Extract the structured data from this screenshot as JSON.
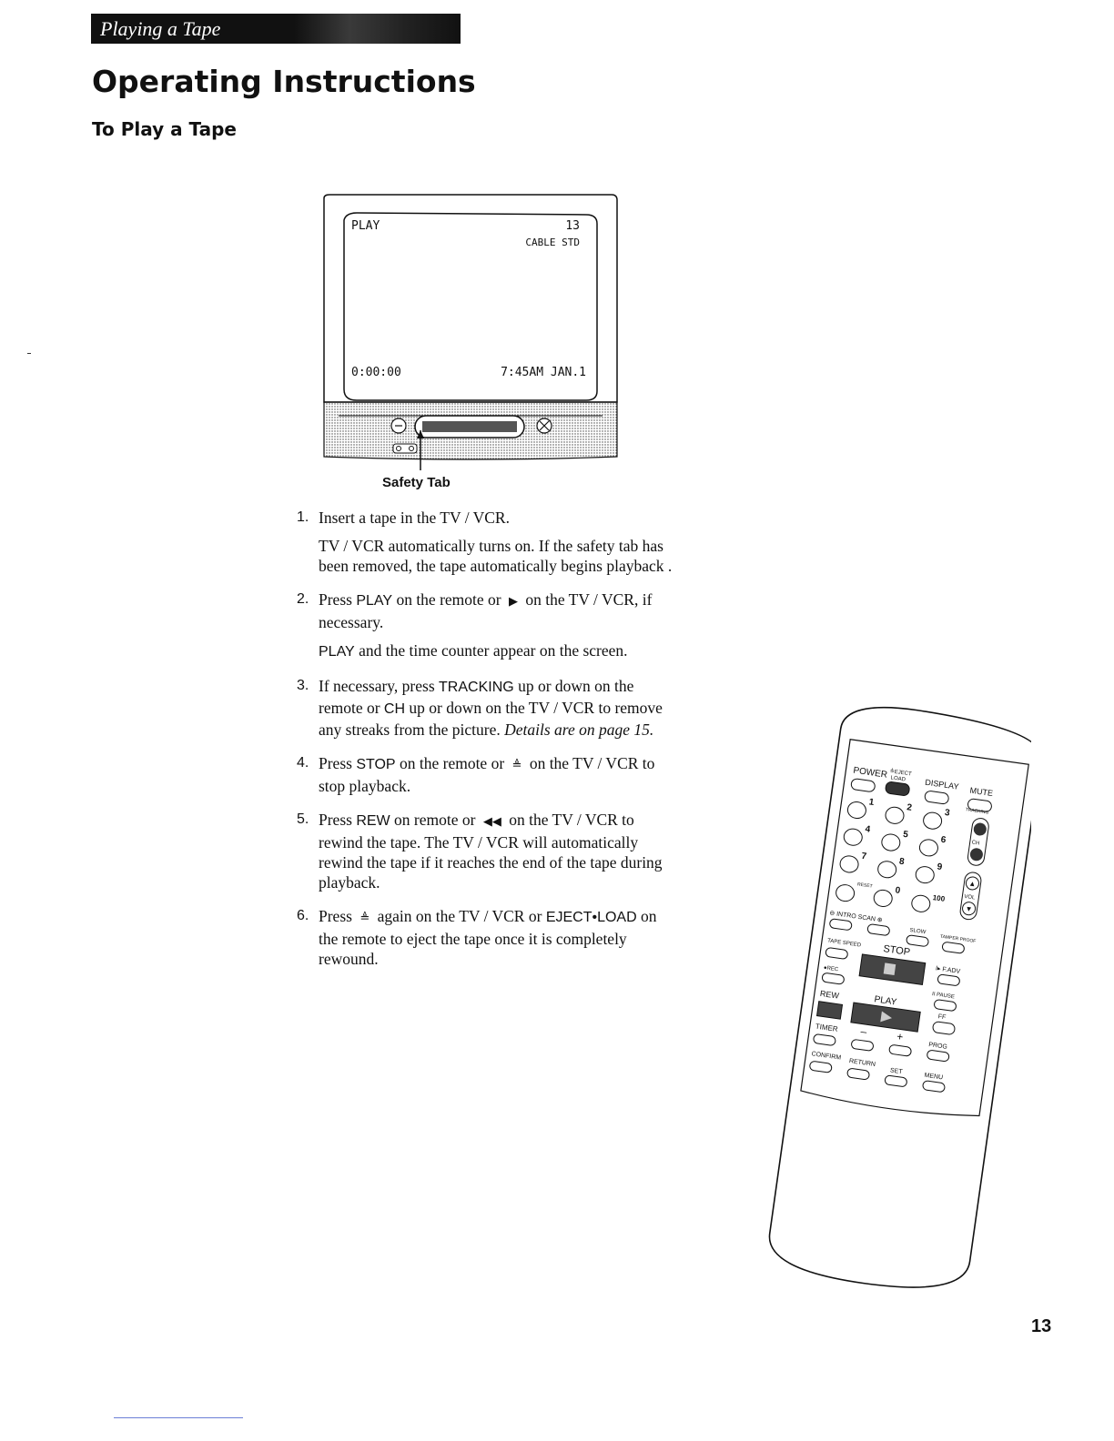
{
  "header": {
    "section_tab": "Playing a Tape",
    "title": "Operating Instructions",
    "subtitle": "To Play a Tape"
  },
  "tv_figure": {
    "screen_mode": "PLAY",
    "channel": "13",
    "tuner": "CABLE STD",
    "counter": "0:00:00",
    "clock": "7:45AM JAN.1",
    "caption": "Safety Tab"
  },
  "steps": [
    {
      "num": "1.",
      "text": "Insert a tape in the TV / VCR.",
      "detail": "TV / VCR automatically turns on.  If the safety tab has been removed, the tape automatically begins playback ."
    },
    {
      "num": "2.",
      "pre": "Press ",
      "key": "PLAY",
      "mid": " on the remote or ",
      "glyph": "▶",
      "post": " on the TV / VCR, if necessary.",
      "detail_key": "PLAY",
      "detail": " and the time counter appear on the screen."
    },
    {
      "num": "3.",
      "pre": "If necessary, press ",
      "key": "TRACKING",
      "mid": " up or down on the remote or ",
      "key2": "CH",
      "post": " up or down on the TV / VCR to remove any streaks from the picture.  ",
      "italic": "Details are on page 15."
    },
    {
      "num": "4.",
      "pre": "Press ",
      "key": "STOP",
      "mid": " on the remote or ",
      "glyph": "≜",
      "post": " on the TV / VCR to stop playback."
    },
    {
      "num": "5.",
      "pre": "Press ",
      "key": "REW",
      "mid": " on remote or ",
      "glyph": "◀◀",
      "post": " on the TV / VCR to rewind the tape.  The TV / VCR will automatically rewind the tape if it reaches the end of the tape during playback."
    },
    {
      "num": "6.",
      "pre": "Press ",
      "glyph": "≜",
      "mid": " again on the TV / VCR or ",
      "key": "EJECT•LOAD",
      "post": " on the remote to eject the tape once it is completely rewound."
    }
  ],
  "remote_figure": {
    "labels": {
      "power": "POWER",
      "eject": "≜EJECT",
      "load": "LOAD",
      "display": "DISPLAY",
      "mute": "MUTE",
      "tracking": "TRACKING",
      "ch": "CH",
      "reset": "RESET",
      "vol": "VOL",
      "hundred": "100",
      "intro_scan": "⊖ INTRO SCAN ⊕",
      "slow": "SLOW",
      "tamper": "TAMPER PROOF",
      "tape_speed": "TAPE SPEED",
      "stop": "STOP",
      "fadv": "I▸ F.ADV",
      "rec": "●REC",
      "pause": "II PAUSE",
      "rew": "REW",
      "play": "PLAY",
      "ff": "FF",
      "timer": "TIMER",
      "minus": "–",
      "plus": "+",
      "prog": "PROG",
      "confirm": "CONFIRM",
      "return": "RETURN",
      "set": "SET",
      "menu": "MENU"
    },
    "digits": [
      "1",
      "2",
      "3",
      "4",
      "5",
      "6",
      "7",
      "8",
      "9",
      "0"
    ]
  },
  "page_number": "13"
}
